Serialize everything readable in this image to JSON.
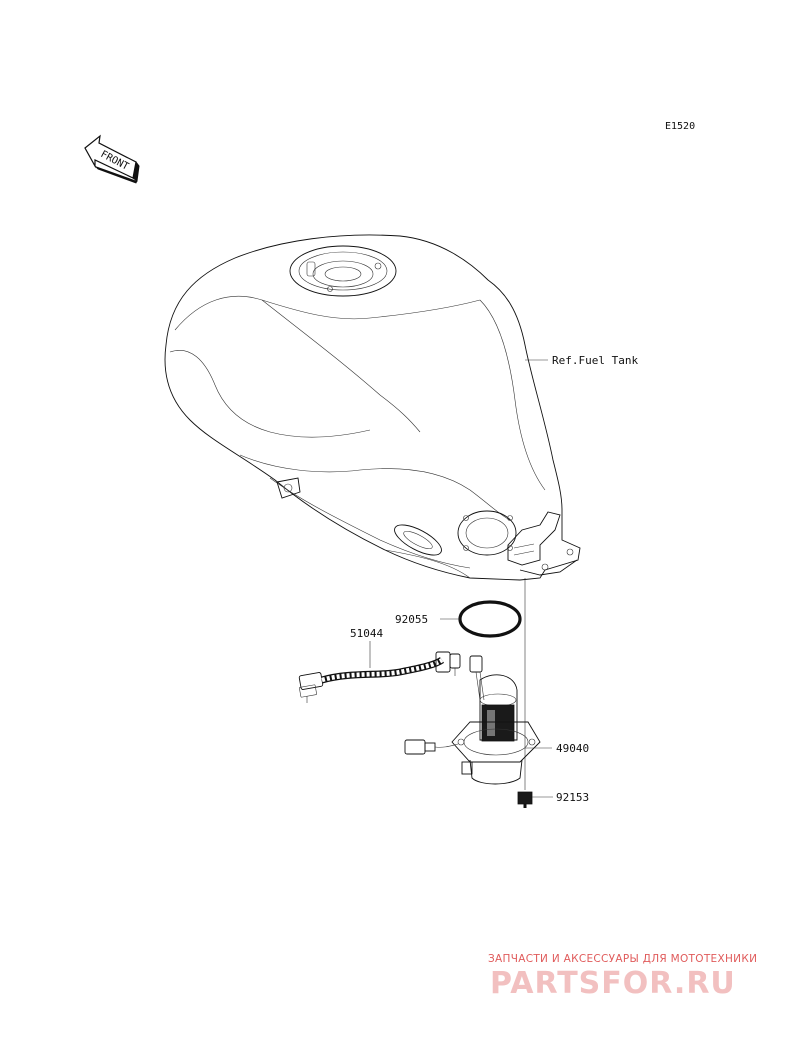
{
  "diagram_code": "E1520",
  "front_label": "FRONT",
  "parts": [
    {
      "id": "tank",
      "label": "Ref.Fuel Tank"
    },
    {
      "id": "gasket",
      "label": "92055"
    },
    {
      "id": "harness",
      "label": "51044"
    },
    {
      "id": "pump",
      "label": "49040"
    },
    {
      "id": "bolt",
      "label": "92153"
    }
  ],
  "watermark": {
    "line1": "ЗАПЧАСТИ И АКСЕССУАРЫ ДЛЯ МОТОТЕХНИКИ",
    "line2": "PARTSFOR.RU"
  }
}
